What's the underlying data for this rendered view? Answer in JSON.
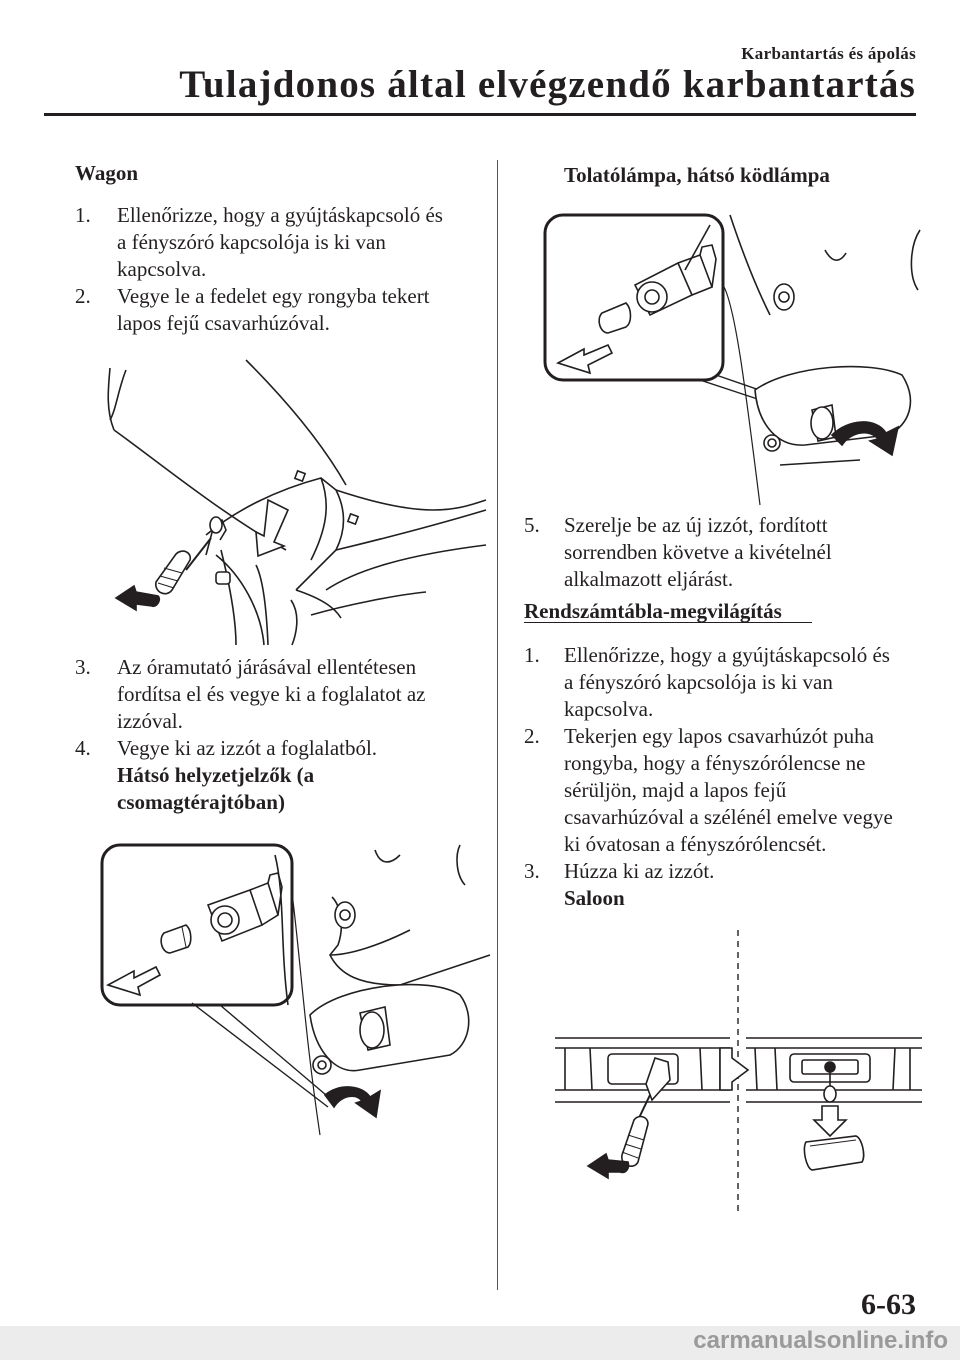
{
  "header": {
    "section": "Karbantartás és ápolás",
    "title": "Tulajdonos által elvégzendő karbantartás"
  },
  "left": {
    "heading": "Wagon",
    "steps_a": [
      {
        "num": "1.",
        "lines": [
          "Ellenőrizze, hogy a gyújtáskapcsoló és",
          "a fényszóró kapcsolója is ki van",
          "kapcsolva."
        ]
      },
      {
        "num": "2.",
        "lines": [
          "Vegye le a fedelet egy rongyba tekert",
          "lapos fejű csavarhúzóval."
        ]
      }
    ],
    "steps_b": [
      {
        "num": "3.",
        "lines": [
          "Az óramutató járásával ellentétesen",
          "fordítsa el és vegye ki a foglalatot az",
          "izzóval."
        ]
      },
      {
        "num": "4.",
        "lines": [
          "Vegye ki az izzót a foglalatból."
        ]
      }
    ],
    "subheading_lines": [
      "Hátsó helyzetjelzők (a",
      "csomagtérajtóban)"
    ]
  },
  "right": {
    "subheading": "Tolatólámpa, hátsó ködlámpa",
    "step5": {
      "num": "5.",
      "lines": [
        "Szerelje be az új izzót, fordított",
        "sorrendben követve a kivételnél",
        "alkalmazott eljárást."
      ]
    },
    "section_heading": "Rendszámtábla-megvilágítás",
    "steps": [
      {
        "num": "1.",
        "lines": [
          "Ellenőrizze, hogy a gyújtáskapcsoló és",
          "a fényszóró kapcsolója is ki van",
          "kapcsolva."
        ]
      },
      {
        "num": "2.",
        "lines": [
          "Tekerjen egy lapos csavarhúzót puha",
          "rongyba, hogy a fényszórólencse ne",
          "sérüljön, majd a lapos fejű",
          "csavarhúzóval a szélénél emelve vegye",
          "ki óvatosan a fényszórólencsét."
        ]
      },
      {
        "num": "3.",
        "lines": [
          "Húzza ki az izzót."
        ]
      }
    ],
    "saloon_label": "Saloon"
  },
  "page_number": "6-63",
  "watermark": "carmanualsonline.info"
}
